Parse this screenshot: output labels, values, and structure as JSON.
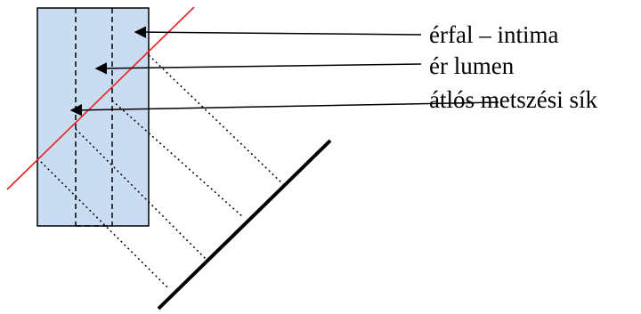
{
  "labels": {
    "wall": "érfal – intima",
    "lumen": "ér lumen",
    "plane": "átlós metszési sík"
  },
  "colors": {
    "vessel_fill": "#c9dcf1",
    "vessel_stroke": "#000000",
    "cut_plane": "#e8231e",
    "projection_screen": "#000000",
    "arrows": "#000000",
    "projection_lines": "#000000"
  }
}
